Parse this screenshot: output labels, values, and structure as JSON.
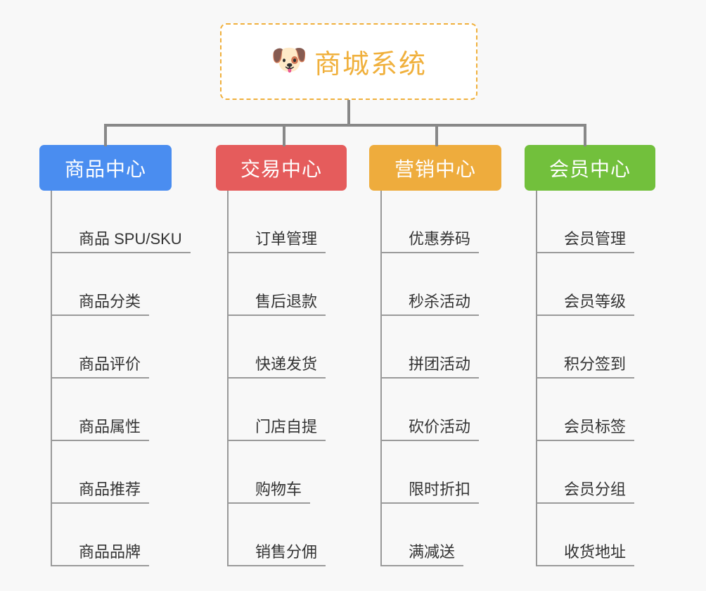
{
  "page": {
    "background_color": "#f8f8f8",
    "connector_color": "#888888"
  },
  "root": {
    "icon": "shiba-dog-face-emoji",
    "emoji": "🐶",
    "title": "商城系统",
    "text_color": "#f0b03c",
    "border_color": "#f0b03c",
    "border_style": "dashed",
    "background_color": "#ffffff"
  },
  "categories": [
    {
      "label": "商品中心",
      "color": "#4a8df0",
      "items": [
        "商品 SPU/SKU",
        "商品分类",
        "商品评价",
        "商品属性",
        "商品推荐",
        "商品品牌"
      ]
    },
    {
      "label": "交易中心",
      "color": "#e55c5c",
      "items": [
        "订单管理",
        "售后退款",
        "快递发货",
        "门店自提",
        "购物车",
        "销售分佣"
      ]
    },
    {
      "label": "营销中心",
      "color": "#eeac3d",
      "items": [
        "优惠券码",
        "秒杀活动",
        "拼团活动",
        "砍价活动",
        "限时折扣",
        "满减送"
      ]
    },
    {
      "label": "会员中心",
      "color": "#72c03c",
      "items": [
        "会员管理",
        "会员等级",
        "积分签到",
        "会员标签",
        "会员分组",
        "收货地址"
      ]
    }
  ]
}
